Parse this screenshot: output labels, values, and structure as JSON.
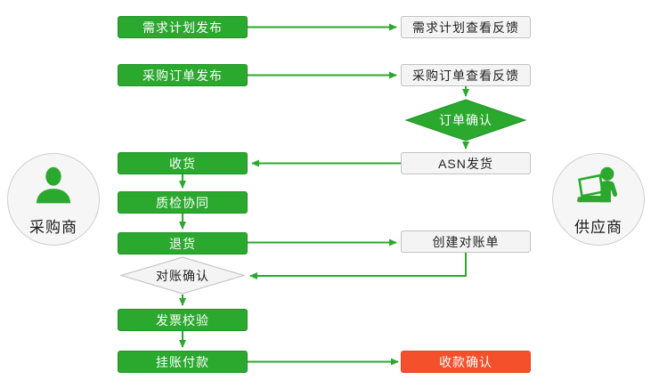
{
  "colors": {
    "green": "#2BA82E",
    "green_dark": "#1E9427",
    "red": "#F4502B",
    "light_fill": "#F4F4F4",
    "light_border": "#C2C2C2",
    "text_dark": "#222222"
  },
  "actors": {
    "buyer": {
      "label": "采购商",
      "icon": "person-bust-icon"
    },
    "supplier": {
      "label": "供应商",
      "icon": "person-with-laptop-icon"
    }
  },
  "nodes": {
    "demand_plan_publish": {
      "label": "需求计划发布",
      "type": "process-buyer"
    },
    "demand_plan_feedback": {
      "label": "需求计划查看反馈",
      "type": "process-supplier"
    },
    "po_publish": {
      "label": "采购订单发布",
      "type": "process-buyer"
    },
    "po_feedback": {
      "label": "采购订单查看反馈",
      "type": "process-supplier"
    },
    "order_confirm": {
      "label": "订单确认",
      "type": "decision"
    },
    "receive_goods": {
      "label": "收货",
      "type": "process-buyer"
    },
    "asn_ship": {
      "label": "ASN发货",
      "type": "process-supplier"
    },
    "quality_collab": {
      "label": "质检协同",
      "type": "process-buyer"
    },
    "return_goods": {
      "label": "退货",
      "type": "process-buyer"
    },
    "create_statement": {
      "label": "创建对账单",
      "type": "process-supplier"
    },
    "statement_confirm": {
      "label": "对账确认",
      "type": "decision"
    },
    "invoice_verify": {
      "label": "发票校验",
      "type": "process-buyer"
    },
    "pending_payment": {
      "label": "挂账付款",
      "type": "process-buyer"
    },
    "receipt_confirm": {
      "label": "收款确认",
      "type": "process-highlight"
    }
  }
}
